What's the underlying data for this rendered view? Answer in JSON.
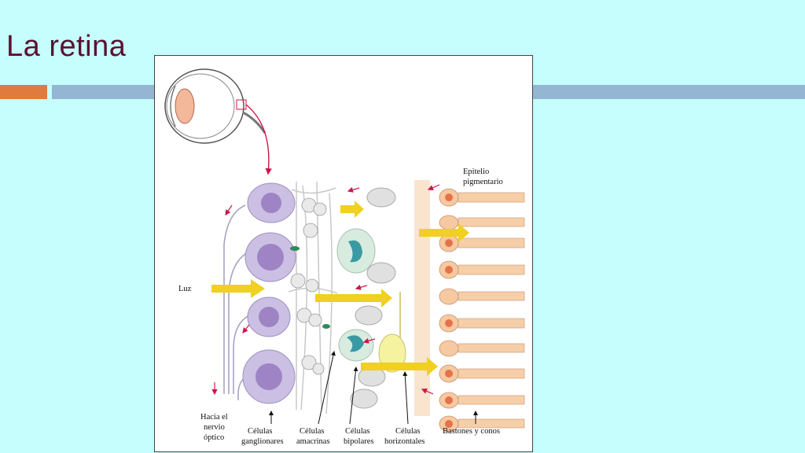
{
  "slide": {
    "title": "La retina"
  },
  "colors": {
    "background": "#c6fdfd",
    "title": "#5a1230",
    "accent_orange": "#e07a3f",
    "accent_blue": "#94b6d2",
    "ganglion_cell": "#cbbfe3",
    "ganglion_nucleus": "#9e84c4",
    "bipolar_cell": "#e0e0e0",
    "horizontal_cell": "#f5f2a0",
    "photoreceptor": "#f6c9a0",
    "light_arrow": "#f0d020",
    "signal_arrow": "#d0154a"
  },
  "figure": {
    "labels": {
      "epitelio_line1": "Epitelio",
      "epitelio_line2": "pigmentario",
      "luz": "Luz",
      "hacia_line1": "Hacia el",
      "hacia_line2": "nervio",
      "hacia_line3": "óptico",
      "ganglionares_line1": "Células",
      "ganglionares_line2": "ganglionares",
      "amacrinas_line1": "Células",
      "amacrinas_line2": "amacrinas",
      "bipolares_line1": "Células",
      "bipolares_line2": "bipolares",
      "horizontales_line1": "Células",
      "horizontales_line2": "horizontales",
      "bastones": "Bastones y conos"
    }
  }
}
